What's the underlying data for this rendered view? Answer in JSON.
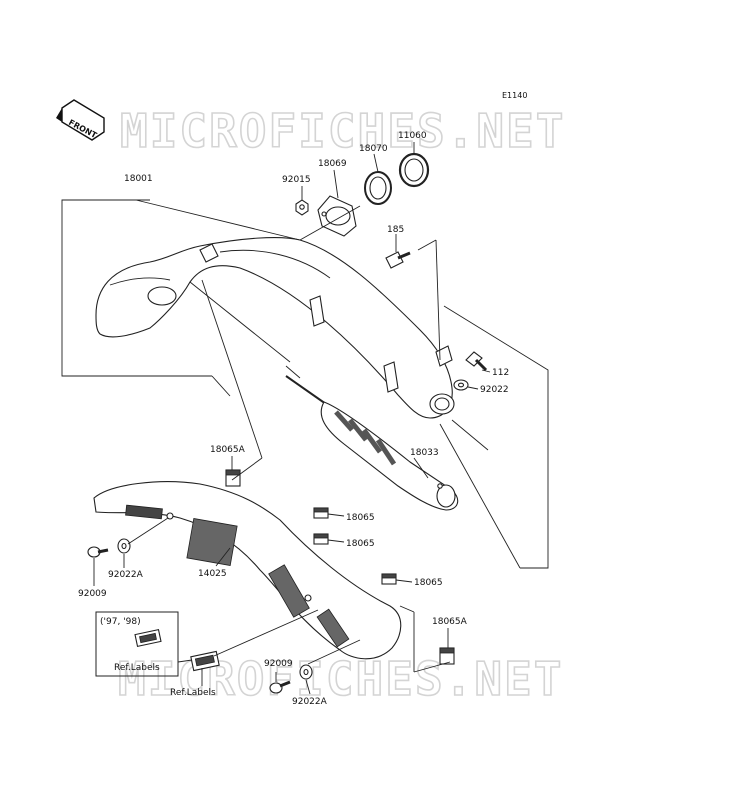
{
  "diagram": {
    "code": "E1140",
    "front_label": "FRONT",
    "watermark": "MICROFICHES.NET",
    "inset_years": "('97, '98)",
    "ref_labels": "Ref.Labels"
  },
  "callouts": [
    {
      "id": "18001",
      "text": "18001"
    },
    {
      "id": "92015",
      "text": "92015"
    },
    {
      "id": "18069",
      "text": "18069"
    },
    {
      "id": "18070",
      "text": "18070"
    },
    {
      "id": "11060",
      "text": "11060"
    },
    {
      "id": "185",
      "text": "185"
    },
    {
      "id": "112",
      "text": "112"
    },
    {
      "id": "92022",
      "text": "92022"
    },
    {
      "id": "18065A-top",
      "text": "18065A"
    },
    {
      "id": "18033",
      "text": "18033"
    },
    {
      "id": "18065-1",
      "text": "18065"
    },
    {
      "id": "18065-2",
      "text": "18065"
    },
    {
      "id": "18065-3",
      "text": "18065"
    },
    {
      "id": "92022A-left",
      "text": "92022A"
    },
    {
      "id": "92009-left",
      "text": "92009"
    },
    {
      "id": "14025",
      "text": "14025"
    },
    {
      "id": "18065A-bottom",
      "text": "18065A"
    },
    {
      "id": "92009-bottom",
      "text": "92009"
    },
    {
      "id": "92022A-bottom",
      "text": "92022A"
    }
  ]
}
